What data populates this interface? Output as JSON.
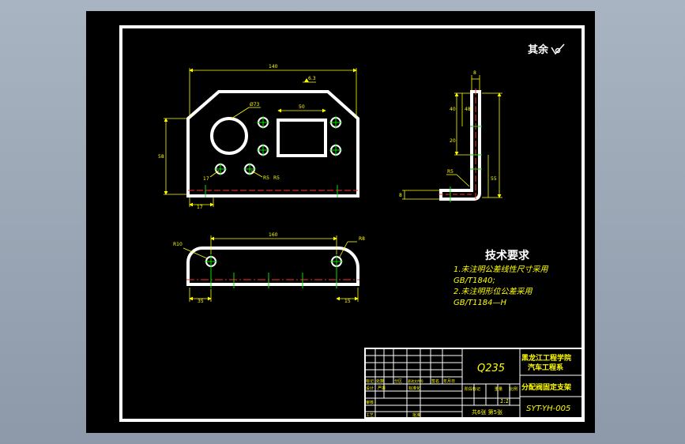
{
  "colors": {
    "background_gradient_top": "#a9b4c2",
    "background_gradient_bottom": "#8d99a9",
    "sheet": "#000000",
    "frame": "#ffffff",
    "dimension": "#ffff00",
    "centerline_red": "#ff3030",
    "centerline_green": "#00e000",
    "text_yellow": "#ffff00",
    "text_white": "#ffffff"
  },
  "surface_roughness": {
    "text": "其余",
    "symbol_icon": "roughness-check-icon"
  },
  "front_view": {
    "dim_width": "140",
    "dim_height": "58",
    "dim_hole_dia": "Ø73",
    "dim_window": "50",
    "dim_left_hole": "17",
    "dim_bottom": "17",
    "dim_chamfer": "6.3",
    "dim_label_a": "R5",
    "dim_label_b": "R5"
  },
  "side_view": {
    "dim_top": "8",
    "dim_left_1": "40",
    "dim_left_2": "20",
    "dim_left_3": "48",
    "dim_right": "55",
    "dim_bottom_left": "8",
    "dim_fillet": "R5"
  },
  "top_view": {
    "dim_length": "160",
    "dim_left_radius": "R10",
    "dim_right_radius": "R8",
    "dim_left_offset": "35",
    "dim_right_offset": "15"
  },
  "technical_requirements": {
    "title": "技术要求",
    "line1": "1.未注明公差线性尺寸采用",
    "line2": "GB/T1840;",
    "line3": "2.未注明形位公差采用",
    "line4": "GB/T1184—H"
  },
  "title_block": {
    "material": "Q235",
    "school": "黑龙江工程学院",
    "department": "汽车工程系",
    "part_name": "分配阀固定支架",
    "drawing_number": "SYT-YH-005",
    "scale": "1:1",
    "sheet_count": "共6张 第5张",
    "col_labels": [
      "标记",
      "处数",
      "分区",
      "更改文件号",
      "签名",
      "年月日"
    ],
    "row_design": "设计",
    "row_designer": "严振",
    "row_standard": "标准化",
    "row_check": "审核",
    "row_process": "工艺",
    "row_approve": "批准",
    "stage_label": "阶段标记",
    "weight_label": "重量",
    "scale_label": "比例"
  }
}
